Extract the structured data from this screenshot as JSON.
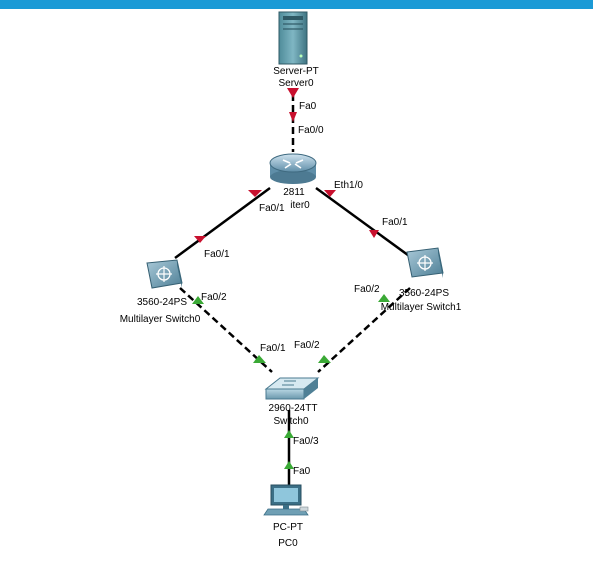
{
  "colors": {
    "link": "#000000",
    "link_down": "#c8102e",
    "link_up": "#3aa935",
    "top_bar": "#1b9ad6"
  },
  "devices": {
    "server": {
      "model": "Server-PT",
      "name": "Server0",
      "icon": "server-icon"
    },
    "router": {
      "model": "2811",
      "name": "iter0",
      "icon": "router-icon"
    },
    "mls0": {
      "model": "3560-24PS",
      "name": "Multilayer Switch0",
      "icon": "multilayer-switch-icon"
    },
    "mls1": {
      "model": "3560-24PS",
      "name": "Multilayer Switch1",
      "icon": "multilayer-switch-icon"
    },
    "switch0": {
      "model": "2960-24TT",
      "name": "Switch0",
      "icon": "switch-icon"
    },
    "pc": {
      "model": "PC-PT",
      "name": "PC0",
      "icon": "pc-icon"
    }
  },
  "links": [
    {
      "id": "server-router",
      "from_port": "Fa0",
      "to_port": "Fa0/0",
      "status": "down",
      "style": "dashed"
    },
    {
      "id": "router-mls0",
      "from_port": "Fa0/1",
      "to_port": "Fa0/1",
      "status": "down",
      "style": "solid"
    },
    {
      "id": "router-mls1",
      "from_port": "Eth1/0",
      "to_port": "Fa0/1",
      "status": "down",
      "style": "solid"
    },
    {
      "id": "mls0-switch0",
      "from_port": "Fa0/2",
      "to_port": "Fa0/1",
      "status": "up",
      "style": "dashed"
    },
    {
      "id": "mls1-switch0",
      "from_port": "Fa0/2",
      "to_port": "Fa0/2",
      "status": "up",
      "style": "dashed"
    },
    {
      "id": "switch0-pc",
      "from_port": "Fa0/3",
      "to_port": "Fa0",
      "status": "up",
      "style": "solid"
    }
  ]
}
